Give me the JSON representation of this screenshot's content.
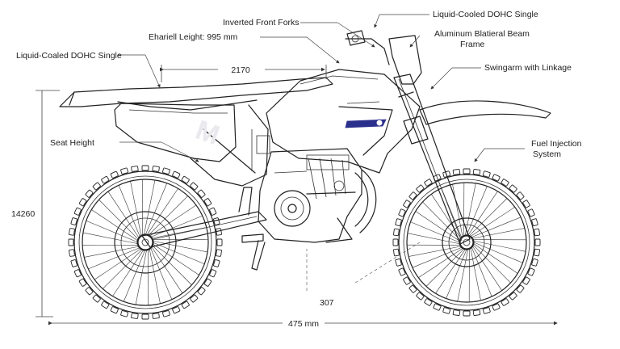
{
  "labels": {
    "inverted_forks": "Inverted Front Forks",
    "engine_top_right": "Liquid-Cooled DOHC Single",
    "frame_line1": "Aluminum Blatieral Beam",
    "frame_line2": "Frame",
    "swingarm": "Swingarm with Linkage",
    "fuel_line1": "Fuel Injection",
    "fuel_line2": "System",
    "seat_height": "Seat Height",
    "engine_left": "Liquid-Coaled DOHC Single",
    "ground_clearance": "Ehariell Leight: 995 mm"
  },
  "dimensions": {
    "length_top": "2170",
    "height_left": "14260",
    "bottom_small": "307",
    "wheelbase": "475 mm"
  },
  "colors": {
    "accent": "#2b2f8c",
    "line": "#222222"
  }
}
